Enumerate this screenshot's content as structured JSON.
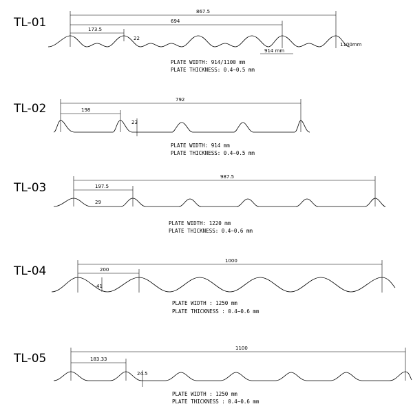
{
  "profiles": [
    {
      "id": "TL-01",
      "dims": [
        "867.5",
        "694",
        "173.5",
        "22",
        "914 mm"
      ],
      "edge_label": "1100mm",
      "plate_width": "PLATE WIDTH: 914/1100  mm",
      "plate_thickness": "PLATE THICKNESS: 0.4~0.5  mm"
    },
    {
      "id": "TL-02",
      "dims": [
        "792",
        "198",
        "23"
      ],
      "plate_width": "PLATE WIDTH: 914  mm",
      "plate_thickness": "PLATE THICKNESS: 0.4~0.5  mm"
    },
    {
      "id": "TL-03",
      "dims": [
        "987.5",
        "197.5",
        "29"
      ],
      "plate_width": "PLATE WIDTH: 1220  mm",
      "plate_thickness": "PLATE THICKNESS: 0.4~0.6  mm"
    },
    {
      "id": "TL-04",
      "dims": [
        "1000",
        "200",
        "41"
      ],
      "plate_width": "PLATE WIDTH : 1250  mm",
      "plate_thickness": "PLATE THICKNESS : 0.4~0.6  mm"
    },
    {
      "id": "TL-05",
      "dims": [
        "1100",
        "183.33",
        "24.5"
      ],
      "plate_width": "PLATE WIDTH : 1250 mm",
      "plate_thickness": "PLATE THICKNESS : 0.4~0.6 mm"
    }
  ]
}
